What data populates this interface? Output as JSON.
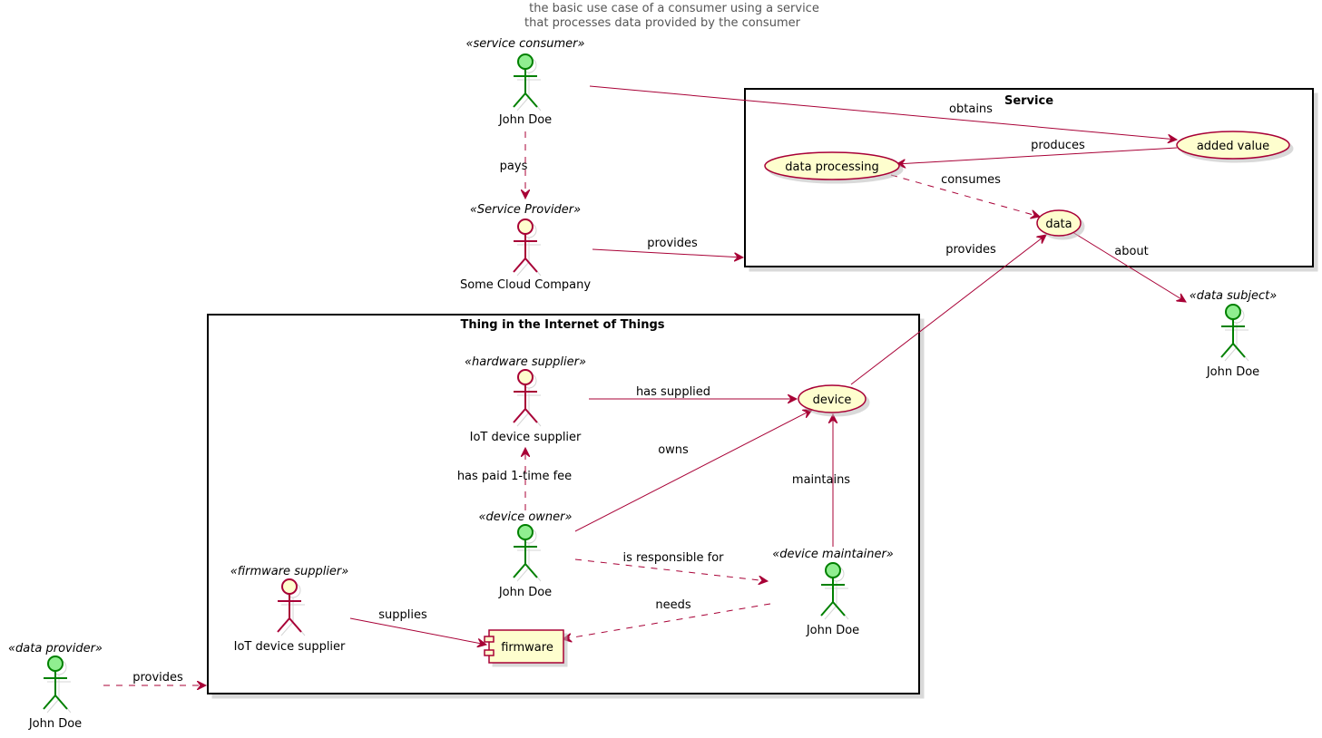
{
  "diagram": {
    "title_line1": "the basic use case of a consumer using a service",
    "title_line2": "that processes data provided by the consumer",
    "packages": {
      "service": "Service",
      "iot": "Thing in the Internet of Things"
    },
    "actors": {
      "consumer": {
        "stereotype": "«service consumer»",
        "name": "John Doe",
        "color": "#90EE90"
      },
      "provider": {
        "stereotype": "«Service Provider»",
        "name": "Some Cloud Company",
        "color": "#FEFECE"
      },
      "subject": {
        "stereotype": "«data subject»",
        "name": "John Doe",
        "color": "#90EE90"
      },
      "hw_supplier": {
        "stereotype": "«hardware supplier»",
        "name": "IoT device supplier",
        "color": "#FEFECE"
      },
      "owner": {
        "stereotype": "«device owner»",
        "name": "John Doe",
        "color": "#90EE90"
      },
      "fw_supplier": {
        "stereotype": "«firmware supplier»",
        "name": "IoT device supplier",
        "color": "#FEFECE"
      },
      "maintainer": {
        "stereotype": "«device maintainer»",
        "name": "John Doe",
        "color": "#90EE90"
      },
      "data_provider": {
        "stereotype": "«data provider»",
        "name": "John Doe",
        "color": "#90EE90"
      }
    },
    "usecases": {
      "added_value": "added value",
      "data_processing": "data processing",
      "data": "data",
      "device": "device"
    },
    "component": {
      "firmware": "firmware"
    },
    "edges": {
      "obtains": "obtains",
      "pays": "pays",
      "provides_service": "provides",
      "produces": "produces",
      "consumes": "consumes",
      "provides_data": "provides",
      "about": "about",
      "has_supplied": "has supplied",
      "owns": "owns",
      "has_paid": "has paid 1-time fee",
      "maintains": "maintains",
      "responsible": "is responsible for",
      "needs": "needs",
      "supplies": "supplies",
      "provides_iot": "provides"
    }
  }
}
